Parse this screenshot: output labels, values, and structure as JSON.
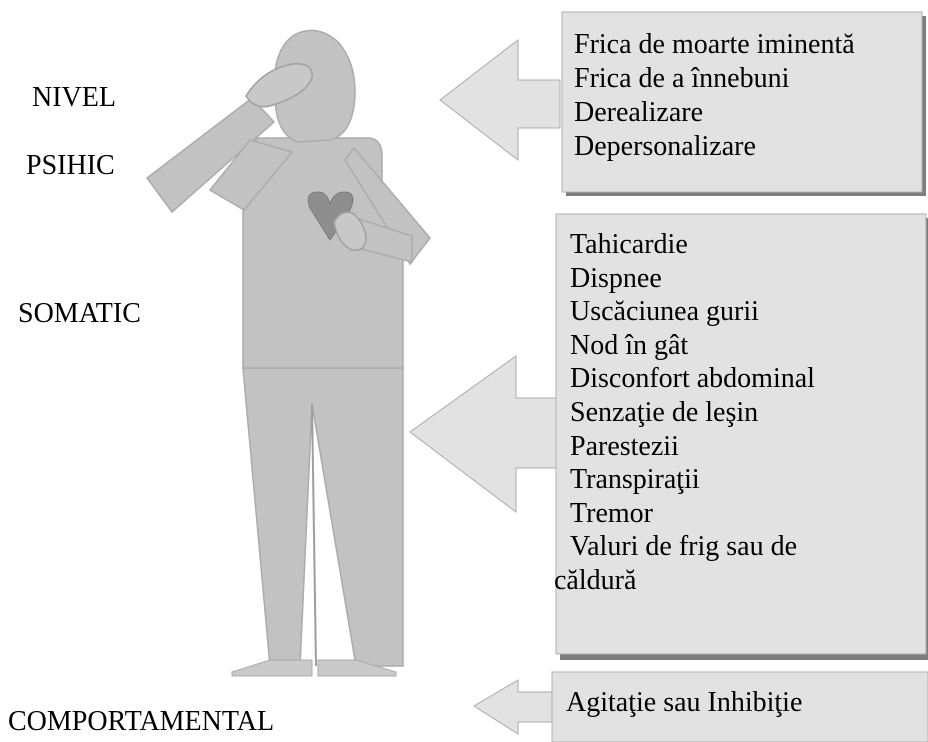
{
  "levels": {
    "nivel": "NIVEL",
    "psihic": "PSIHIC",
    "somatic": "SOMATIC",
    "comportamental": "COMPORTAMENTAL"
  },
  "psihic_symptoms": [
    "Frica de moarte iminentă",
    "Frica de a înnebuni",
    "Derealizare",
    "Depersonalizare"
  ],
  "somatic_symptoms": [
    "Tahicardie",
    "Dispnee",
    "Uscăciunea gurii",
    "Nod în gât",
    "Disconfort abdominal",
    "Senzaţie de leşin",
    "Parestezii",
    "Transpiraţii",
    "Tremor",
    "Valuri de frig sau de",
    "căldură"
  ],
  "comportamental_symptoms": [
    "Agitaţie sau  Inhibiţie"
  ],
  "colors": {
    "figure_fill": "#c0c0c0",
    "figure_outline": "#a8a8a8",
    "heart": "#8c8c8c",
    "box_fill": "#e0e0e0",
    "box_shadow": "#7a7a7a",
    "arrow_fill": "#e0e0e0"
  },
  "icons": {
    "figure": "human-figure-icon",
    "heart": "heart-icon"
  }
}
